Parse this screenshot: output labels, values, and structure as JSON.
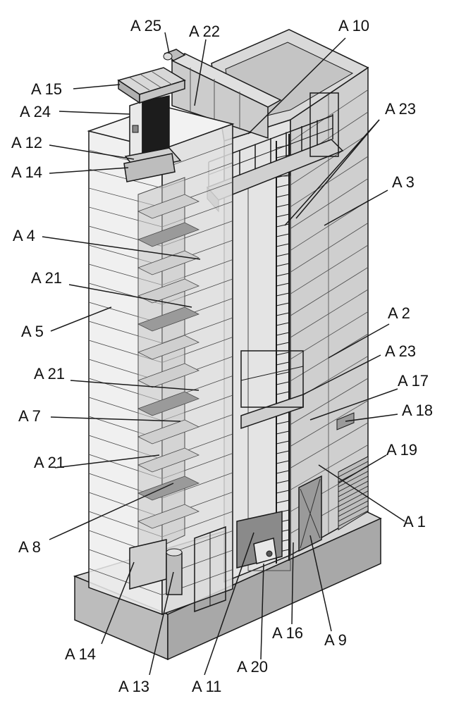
{
  "colors": {
    "line": "#1a1a1a",
    "frame": "#4a4a4a",
    "panel_light": "#e4e4e4",
    "panel_mid": "#cfcfcf",
    "panel_dark": "#9a9a9a",
    "base_top": "#d6d6d6",
    "base_front": "#bcbcbc",
    "base_side": "#a8a8a8",
    "silo_black": "#1c1c1c"
  },
  "labels": [
    {
      "id": "a25",
      "text": "A 25"
    },
    {
      "id": "a22",
      "text": "A 22"
    },
    {
      "id": "a10",
      "text": "A 10"
    },
    {
      "id": "a15",
      "text": "A 15"
    },
    {
      "id": "a24",
      "text": "A 24"
    },
    {
      "id": "a23t",
      "text": "A 23"
    },
    {
      "id": "a12",
      "text": "A 12"
    },
    {
      "id": "a14t",
      "text": "A 14"
    },
    {
      "id": "a3",
      "text": "A 3"
    },
    {
      "id": "a4",
      "text": "A 4"
    },
    {
      "id": "a21a",
      "text": "A 21"
    },
    {
      "id": "a5",
      "text": "A 5"
    },
    {
      "id": "a2",
      "text": "A 2"
    },
    {
      "id": "a23b",
      "text": "A 23"
    },
    {
      "id": "a21b",
      "text": "A 21"
    },
    {
      "id": "a17",
      "text": "A 17"
    },
    {
      "id": "a7",
      "text": "A 7"
    },
    {
      "id": "a18",
      "text": "A 18"
    },
    {
      "id": "a21c",
      "text": "A 21"
    },
    {
      "id": "a19",
      "text": "A 19"
    },
    {
      "id": "a1",
      "text": "A 1"
    },
    {
      "id": "a8",
      "text": "A 8"
    },
    {
      "id": "a16",
      "text": "A 16"
    },
    {
      "id": "a9",
      "text": "A 9"
    },
    {
      "id": "a14b",
      "text": "A 14"
    },
    {
      "id": "a20",
      "text": "A 20"
    },
    {
      "id": "a13",
      "text": "A 13"
    },
    {
      "id": "a11",
      "text": "A 11"
    }
  ]
}
